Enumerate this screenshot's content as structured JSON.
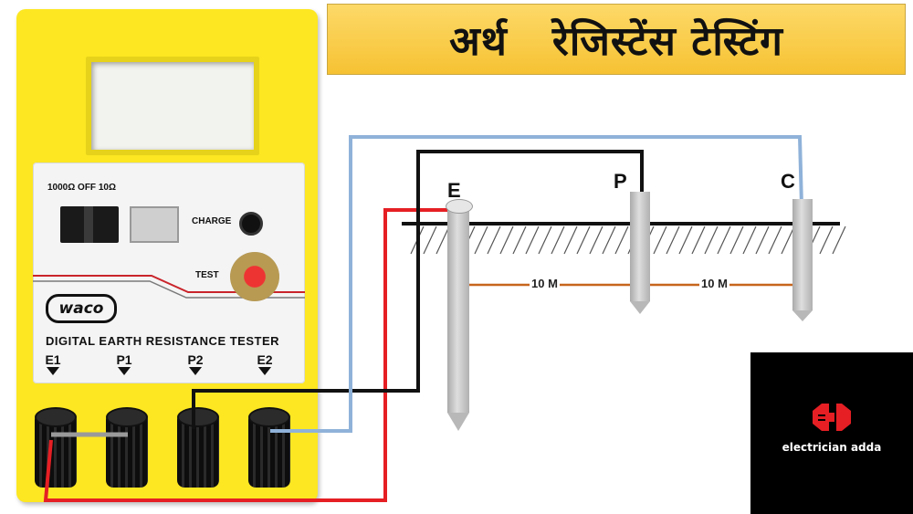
{
  "title": {
    "text": "अर्थ   रेजिस्टेंस टेस्टिंग",
    "banner_color": "#f8c93f"
  },
  "tester": {
    "body_color": "#fce722",
    "range_label": "1000Ω OFF 10Ω",
    "charge_label": "CHARGE",
    "test_label": "TEST",
    "brand": "waco",
    "model": "DIGITAL EARTH RESISTANCE TESTER",
    "terminals": [
      "E1",
      "P1",
      "P2",
      "E2"
    ]
  },
  "diagram": {
    "electrodes": [
      "E",
      "P",
      "C"
    ],
    "distance_1": "10 M",
    "distance_2": "10 M",
    "wire_colors": {
      "red": "#e51f24",
      "black": "#111111",
      "blue": "#8fb2d9",
      "measure": "#c7651e"
    }
  },
  "channel": {
    "name": "electrician adda",
    "logo_icon": "plug-icon",
    "logo_color": "#e51f24"
  }
}
